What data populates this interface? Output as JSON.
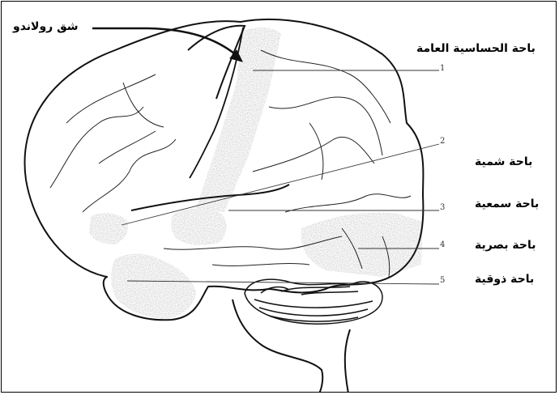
{
  "labels": {
    "rolando": "شق رولاندو",
    "general_sensory": "باحة الحساسية العامة",
    "olfactory": "باحة شمية",
    "auditory": "باحة سمعية",
    "visual": "باحة بصرية",
    "gustatory": "باحة ذوقية"
  },
  "numbers": [
    "1",
    "2",
    "3",
    "4",
    "5"
  ],
  "colors": {
    "stroke": "#111111",
    "shade": "#bdbdbd"
  }
}
